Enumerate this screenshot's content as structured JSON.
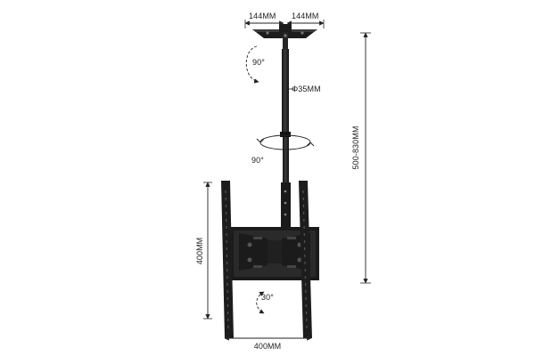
{
  "dimensions": {
    "plate_width_left": "144MM",
    "plate_width_right": "144MM",
    "pole_diameter": "Φ35MM",
    "height_range": "500-830MM",
    "vesa_height": "400MM",
    "vesa_width": "400MM"
  },
  "rotations": {
    "plate_swivel": "90°",
    "pole_swivel": "90°",
    "tilt": "30°"
  },
  "colors": {
    "metal": "#1d1d1d",
    "metal_highlight": "#3a3a3a",
    "dimension_line": "#222222"
  }
}
